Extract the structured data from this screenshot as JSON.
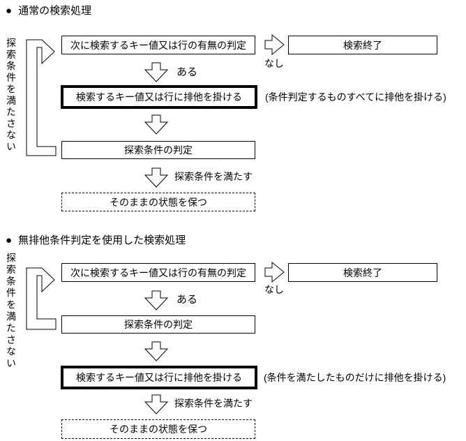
{
  "colors": {
    "background": "#ffffff",
    "line": "#000000"
  },
  "fc1": {
    "bullet": "●",
    "title": "通常の検索処理",
    "side_label": "探索条件を満たさない",
    "box_check": "次に検索するキー値又は行の有無の判定",
    "box_end": "検索終了",
    "box_lock": "検索するキー値又は行に排他を掛ける",
    "box_judge": "探索条件の判定",
    "box_keep": "そのままの状態を保つ",
    "label_none": "なし",
    "label_exists": "ある",
    "label_satisfy": "探索条件を満たす",
    "annotation": "(条件判定するものすべてに排他を掛ける)"
  },
  "fc2": {
    "bullet": "●",
    "title": "無排他条件判定を使用した検索処理",
    "side_label": "探索条件を満たさない",
    "box_check": "次に検索するキー値又は行の有無の判定",
    "box_end": "検索終了",
    "box_judge": "探索条件の判定",
    "box_lock": "検索するキー値又は行に排他を掛ける",
    "box_keep": "そのままの状態を保つ",
    "label_none": "なし",
    "label_exists": "ある",
    "label_satisfy": "探索条件を満たす",
    "annotation": "(条件を満たしたものだけに排他を掛ける)"
  }
}
